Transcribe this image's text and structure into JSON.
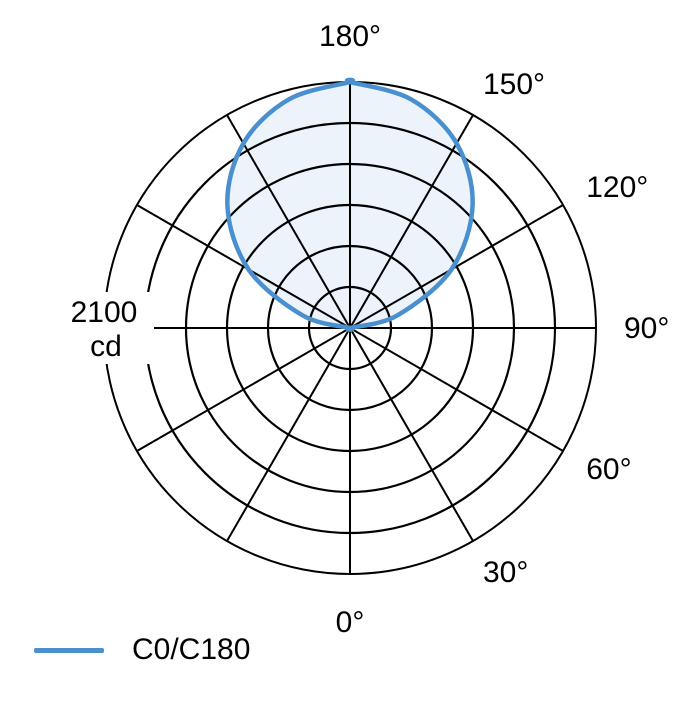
{
  "chart_data": {
    "type": "polar",
    "series": [
      {
        "name": "C0/C180",
        "color": "#4a8fce",
        "fill": "#eaf2fb",
        "unit": "cd",
        "angles_deg": [
          180,
          165,
          150,
          135,
          120,
          105,
          90
        ],
        "values": [
          2100,
          2020,
          1820,
          1480,
          1000,
          420,
          0
        ],
        "symmetric": true
      }
    ],
    "angle_labels": [
      "0°",
      "30°",
      "60°",
      "90°",
      "120°",
      "150°",
      "180°"
    ],
    "radial_max": 2100,
    "radial_rings": 6,
    "spoke_step_deg": 30,
    "scale_label_value": "2100",
    "scale_label_unit": "cd",
    "legend_position": "bottom-left",
    "grid": true
  }
}
